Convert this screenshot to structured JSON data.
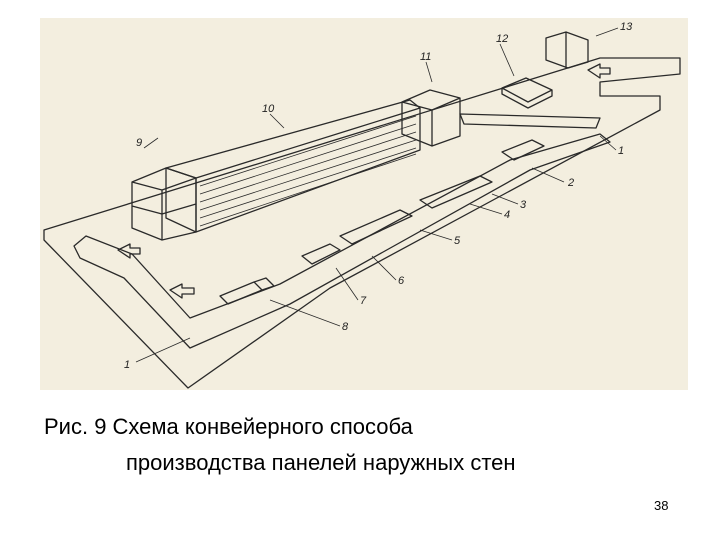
{
  "figure": {
    "labels": [
      "1",
      "2",
      "3",
      "4",
      "5",
      "6",
      "7",
      "8",
      "1",
      "9",
      "10",
      "11",
      "12",
      "13"
    ]
  },
  "caption": {
    "line1": "Рис. 9  Схема конвейерного способа",
    "line2": "производства панелей наружных стен"
  },
  "page_number": "38",
  "colors": {
    "paper": "#f3eedf",
    "ink": "#2a2a2a"
  }
}
